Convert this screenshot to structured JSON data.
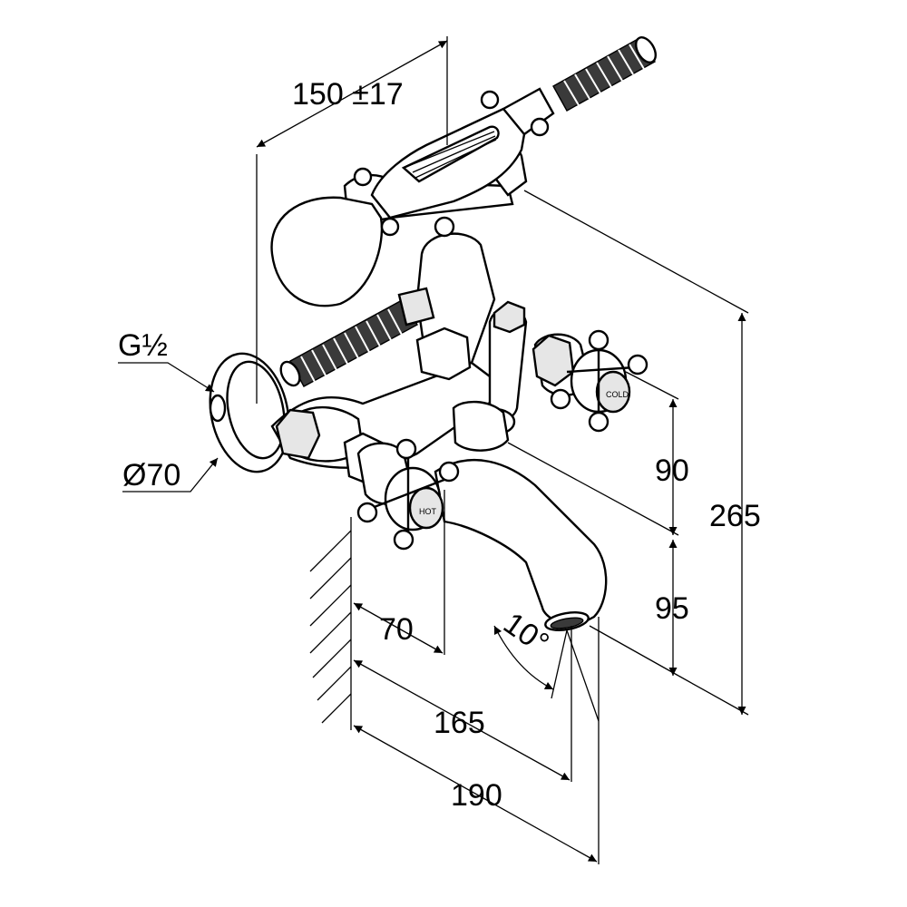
{
  "diagram": {
    "labels": {
      "hose_length": "150 ±17",
      "thread": "G½",
      "rosette_diameter": "Ø70",
      "spout_height": "90",
      "outlet_height": "95",
      "total_height": "265",
      "handle_offset": "70",
      "spout_angle": "10°",
      "spout_reach": "165",
      "total_reach": "190"
    },
    "handle_caps": {
      "hot": "HOT",
      "cold": "COLD"
    }
  }
}
